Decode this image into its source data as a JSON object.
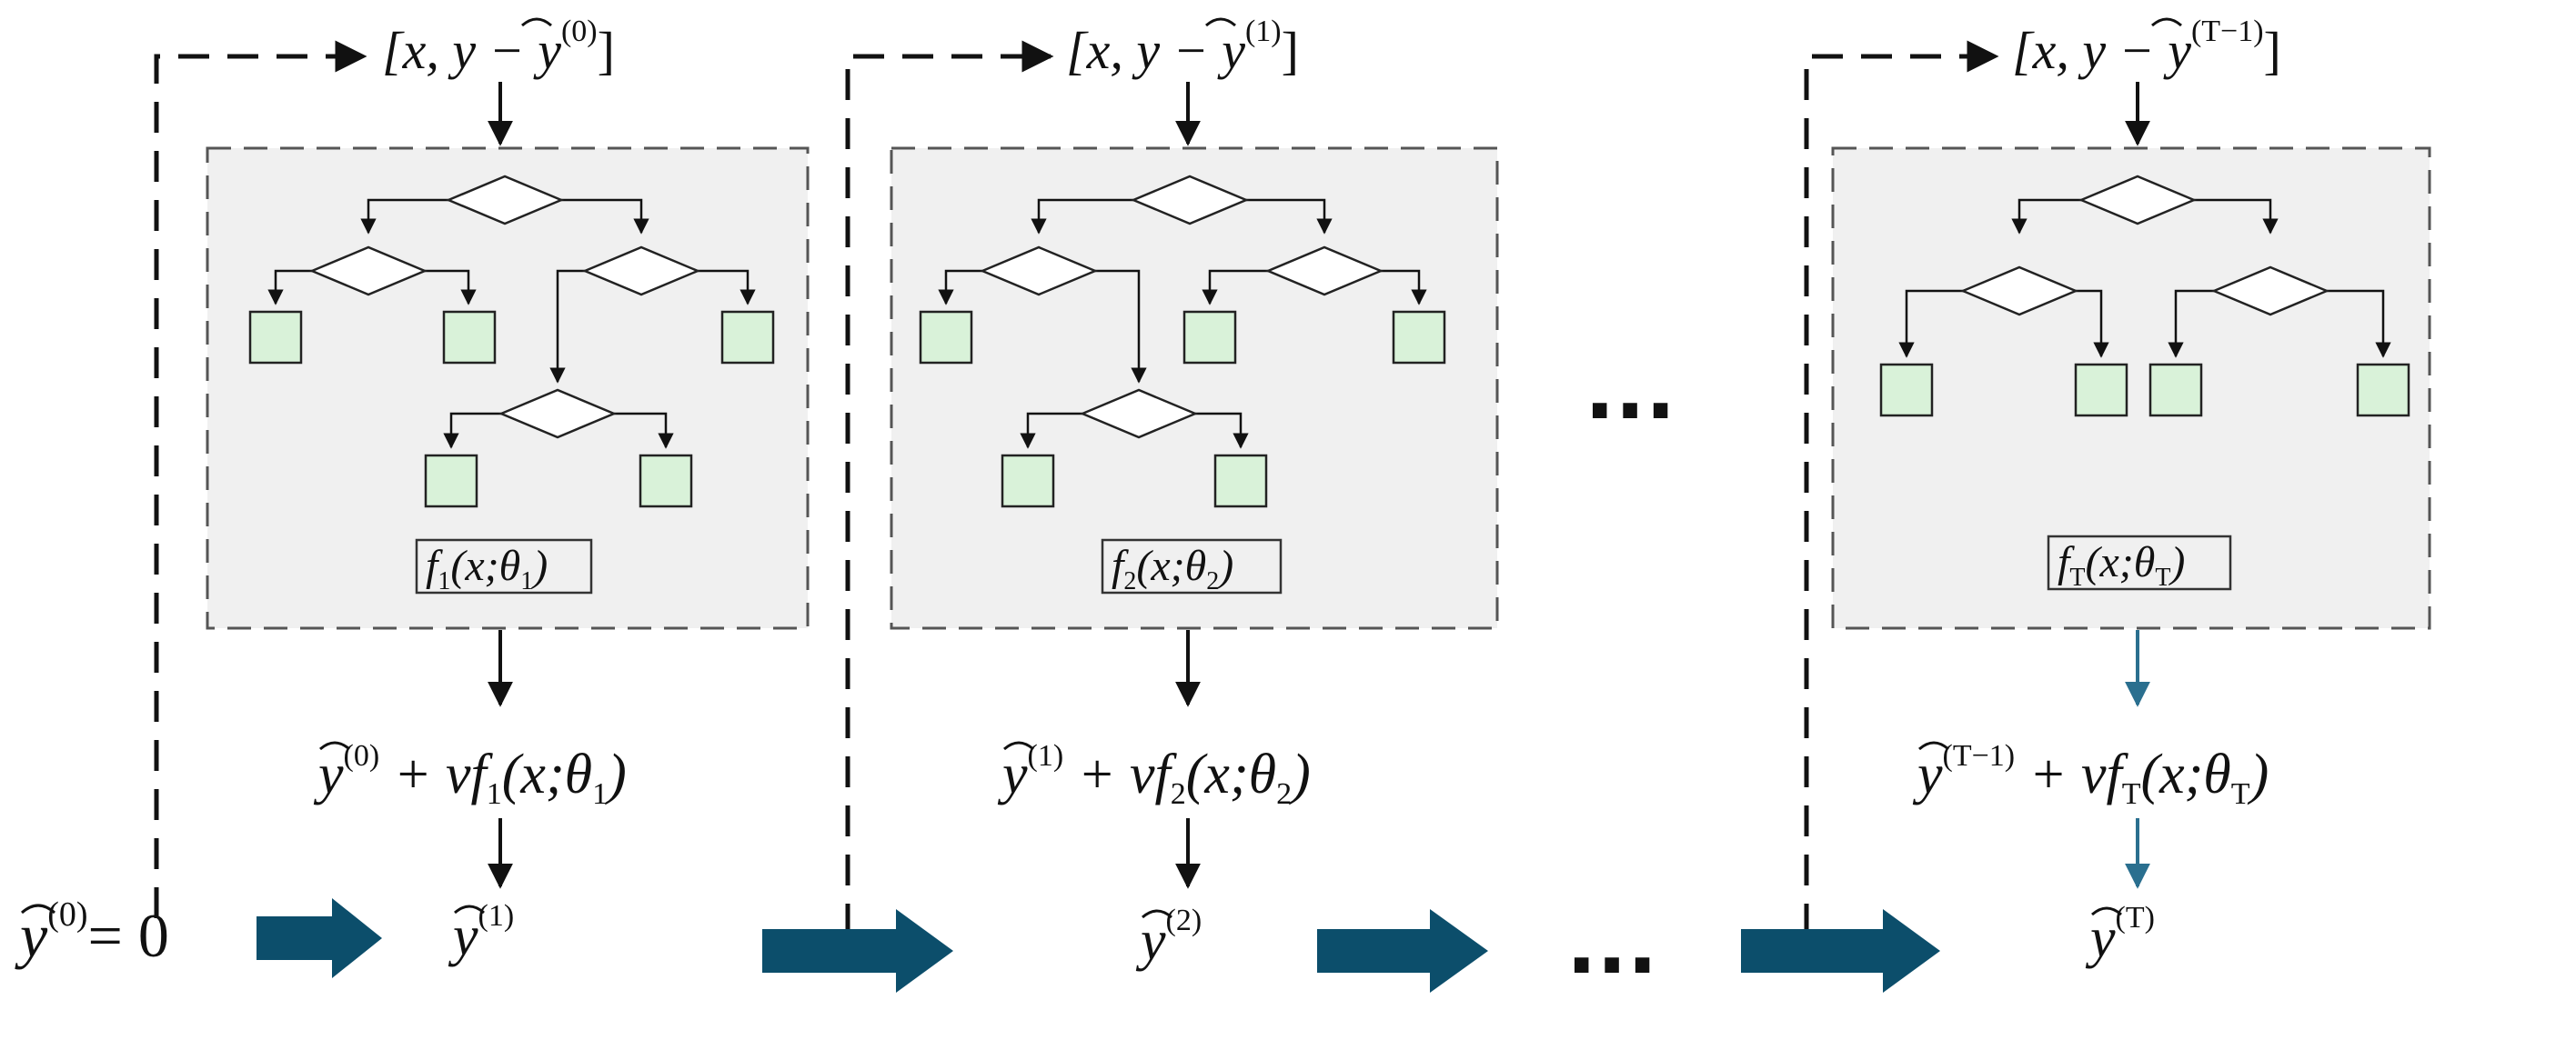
{
  "diagram": {
    "colors": {
      "background": "#ffffff",
      "panel_fill": "#f0f0f0",
      "panel_border": "#555555",
      "leaf_fill": "#d9f2d9",
      "leaf_border": "#222222",
      "node_fill": "#ffffff",
      "line": "#111111",
      "teal_arrow": "#0c4e6b",
      "last_stage_arrow": "#2a6f8f"
    },
    "initial": {
      "y": "y",
      "sup": "(0)",
      "eq": "= 0"
    },
    "ellipsis": "...",
    "stages": [
      {
        "input_prefix": "[x, y − ",
        "input_y": "y",
        "input_sup": "(0)",
        "input_suffix": "]",
        "tree_f": "f",
        "tree_sub": "1",
        "tree_args": "(x;θ",
        "tree_theta_sub": "1",
        "tree_close": ")",
        "update_y": "y",
        "update_sup": "(0)",
        "update_mid": " + vf",
        "update_sub": "1",
        "update_args": "(x;θ",
        "update_theta_sub": "1",
        "update_close": ")",
        "output_y": "y",
        "output_sup": "(1)"
      },
      {
        "input_prefix": "[x, y − ",
        "input_y": "y",
        "input_sup": "(1)",
        "input_suffix": "]",
        "tree_f": "f",
        "tree_sub": "2",
        "tree_args": "(x;θ",
        "tree_theta_sub": "2",
        "tree_close": ")",
        "update_y": "y",
        "update_sup": "(1)",
        "update_mid": " + vf",
        "update_sub": "2",
        "update_args": "(x;θ",
        "update_theta_sub": "2",
        "update_close": ")",
        "output_y": "y",
        "output_sup": "(2)"
      },
      {
        "input_prefix": "[x, y − ",
        "input_y": "y",
        "input_sup": "(T−1)",
        "input_suffix": "]",
        "tree_f": "f",
        "tree_sub": "T",
        "tree_args": "(x;θ",
        "tree_theta_sub": "T",
        "tree_close": ")",
        "update_y": "y",
        "update_sup": "(T−1)",
        "update_mid": " + vf",
        "update_sub": "T",
        "update_args": "(x;θ",
        "update_theta_sub": "T",
        "update_close": ")",
        "output_y": "y",
        "output_sup": "(T)"
      }
    ]
  }
}
